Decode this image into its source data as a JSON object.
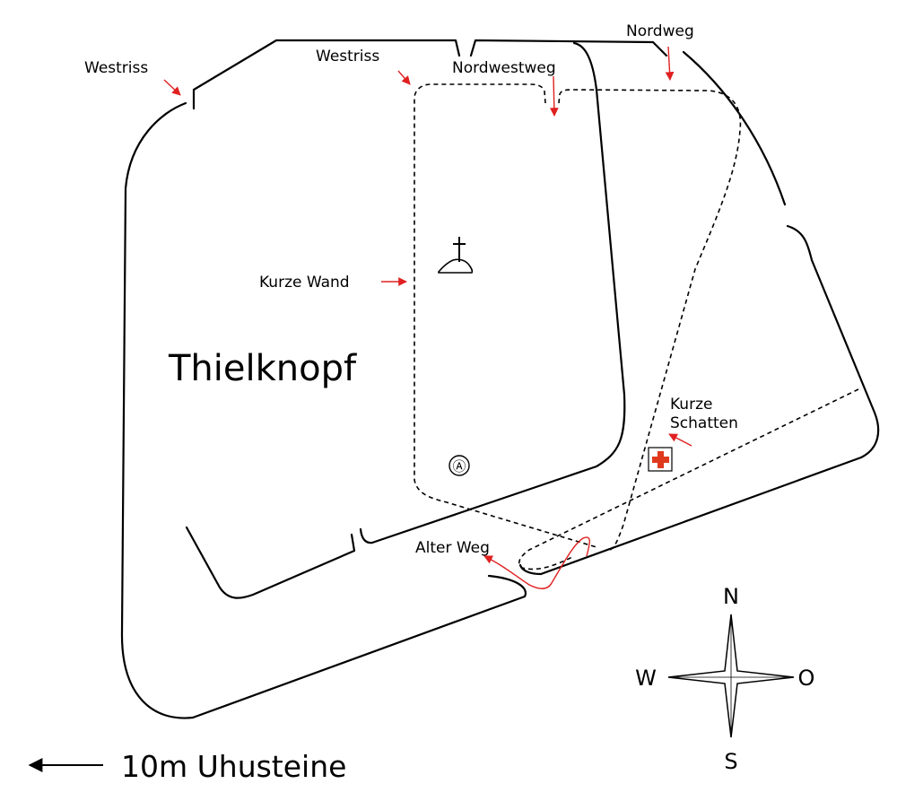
{
  "title": "Thielknopf",
  "routes": [
    {
      "name": "westriss_left",
      "label": "Westriss"
    },
    {
      "name": "westriss_right",
      "label": "Westriss"
    },
    {
      "name": "nordwestweg",
      "label": "Nordwestweg"
    },
    {
      "name": "nordweg",
      "label": "Nordweg"
    },
    {
      "name": "kurze_wand",
      "label": "Kurze Wand"
    },
    {
      "name": "kurze_schatten",
      "label": [
        "Kurze",
        "Schatten"
      ]
    },
    {
      "name": "alter_weg",
      "label": "Alter Weg"
    }
  ],
  "markers": {
    "anchor_symbol": "Ⓐ",
    "summit_icon": "summit-cross-icon",
    "first_aid_icon": "first-aid-icon"
  },
  "compass": {
    "north": "N",
    "south": "S",
    "west": "W",
    "east": "O"
  },
  "scale": {
    "text": "10m Uhusteine",
    "direction": "west"
  },
  "colors": {
    "route_arrow": "#e02020",
    "first_aid": "#e03a1e",
    "outline": "#000000"
  }
}
